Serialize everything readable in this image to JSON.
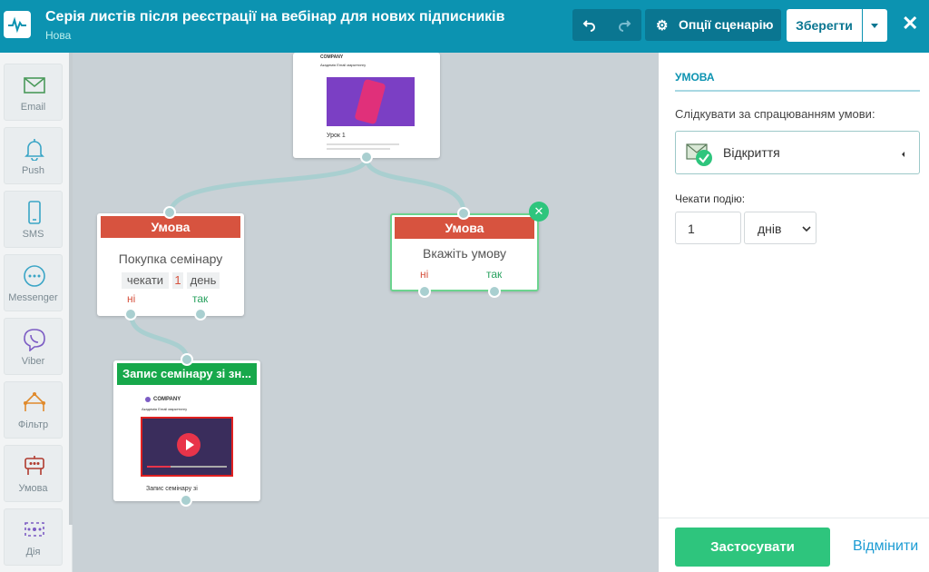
{
  "header": {
    "title": "Серія листів після реєстрації на вебінар для нових підписників",
    "status": "Нова",
    "options_label": "Опції сценарію",
    "save_label": "Зберегти",
    "close_symbol": "✕"
  },
  "toolbox": {
    "items": [
      {
        "label": "Email",
        "icon": "envelope-icon"
      },
      {
        "label": "Push",
        "icon": "bell-icon"
      },
      {
        "label": "SMS",
        "icon": "phone-icon"
      },
      {
        "label": "Messenger",
        "icon": "chat-icon"
      },
      {
        "label": "Viber",
        "icon": "viber-icon"
      },
      {
        "label": "Фільтр",
        "icon": "filter-icon"
      },
      {
        "label": "Умова",
        "icon": "condition-icon"
      },
      {
        "label": "Дія",
        "icon": "action-icon"
      }
    ]
  },
  "canvas": {
    "email1": {
      "preview_text": "Урок 1",
      "company": "COMPANY",
      "subtitle": "Академія Email маркетингу"
    },
    "cond1": {
      "head": "Умова",
      "title": "Покупка семінару",
      "wait": "чекати",
      "num": "1",
      "unit": "день",
      "no": "ні",
      "yes": "так"
    },
    "cond2": {
      "head": "Умова",
      "title": "Вкажіть умову",
      "no": "ні",
      "yes": "так"
    },
    "email2": {
      "head": "Запис семінару зі зн...",
      "company": "COMPANY",
      "subtitle": "Академія Email маркетингу",
      "caption": "Запис семінару зі"
    }
  },
  "panel": {
    "heading": "УМОВА",
    "track_label": "Слідкувати за спрацюванням умови:",
    "condition_value": "Відкриття",
    "wait_label": "Чекати подію:",
    "wait_value": "1",
    "wait_unit": "днів",
    "apply_label": "Застосувати",
    "cancel_label": "Відмінити"
  },
  "colors": {
    "header": "#0c93b1",
    "condition_red": "#d7533f",
    "email_green": "#17a84b",
    "apply_green": "#2ec57d",
    "link": "#a9cfd0"
  }
}
